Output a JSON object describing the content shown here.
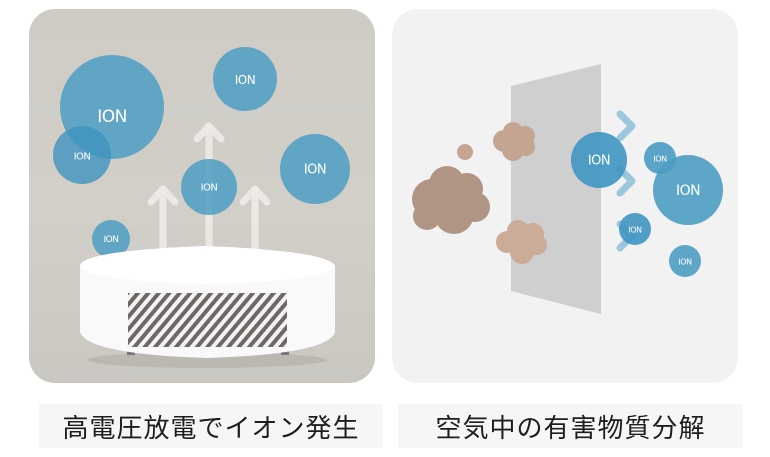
{
  "left_panel": {
    "ion_label": "ION",
    "ions": [
      {
        "label": "ION",
        "size": "large"
      },
      {
        "label": "ION",
        "size": "small"
      },
      {
        "label": "ION",
        "size": "medium"
      },
      {
        "label": "ION",
        "size": "medium"
      },
      {
        "label": "ION",
        "size": "medium"
      },
      {
        "label": "ION",
        "size": "tiny"
      }
    ],
    "caption": "高電圧放電でイオン発生"
  },
  "right_panel": {
    "ions": [
      {
        "label": "ION",
        "size": "medium"
      },
      {
        "label": "ION",
        "size": "tiny"
      },
      {
        "label": "ION",
        "size": "large"
      },
      {
        "label": "ION",
        "size": "tiny"
      },
      {
        "label": "ION",
        "size": "tiny"
      }
    ],
    "caption": "空気中の有害物質分解"
  },
  "colors": {
    "ion_blue": "#4c9dc3",
    "left_bg": "#cfccc6",
    "right_bg": "#f2f2f2",
    "pollutant_dark": "#b09585",
    "pollutant_light": "#c9ab98",
    "filter_gray": "#d0d0d0",
    "caption_text": "#1e1e1e"
  }
}
